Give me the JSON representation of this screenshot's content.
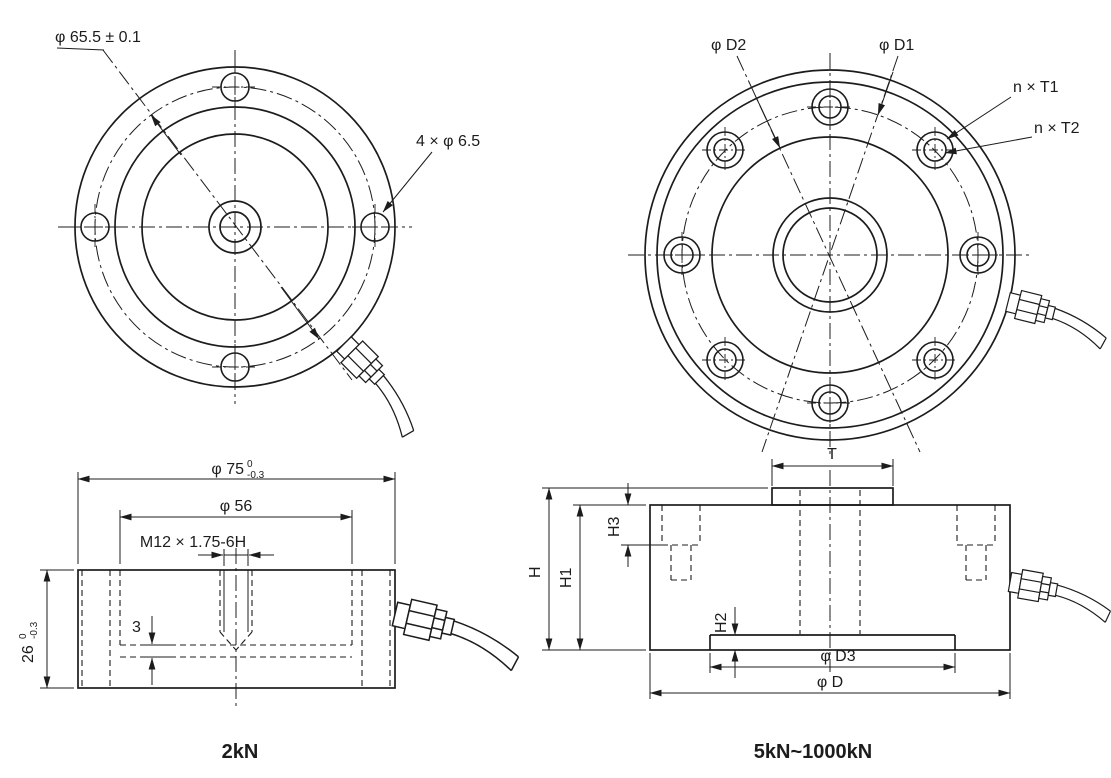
{
  "views": {
    "top_left": {
      "bolt_circle_dim": "φ 65.5 ± 0.1",
      "holes_dim": "4 × φ 6.5"
    },
    "top_right": {
      "d2": "φ D2",
      "d1": "φ D1",
      "t1": "n × T1",
      "t2": "n × T2"
    },
    "side_left": {
      "outer_dia": "φ 75",
      "outer_tol_upper": "0",
      "outer_tol_lower": "-0.3",
      "recess_dia": "φ 56",
      "thread_spec": "M12 × 1.75-6H",
      "height": "26",
      "height_tol_upper": "0",
      "height_tol_lower": "-0.3",
      "gap": "3"
    },
    "side_right": {
      "boss_width": "T",
      "height_total": "H",
      "height_body": "H1",
      "recess_depth": "H2",
      "counterbore_depth": "H3",
      "recess_dia": "φ D3",
      "outer_dia": "φ D"
    }
  },
  "captions": {
    "left": "2kN",
    "right": "5kN~1000kN"
  }
}
